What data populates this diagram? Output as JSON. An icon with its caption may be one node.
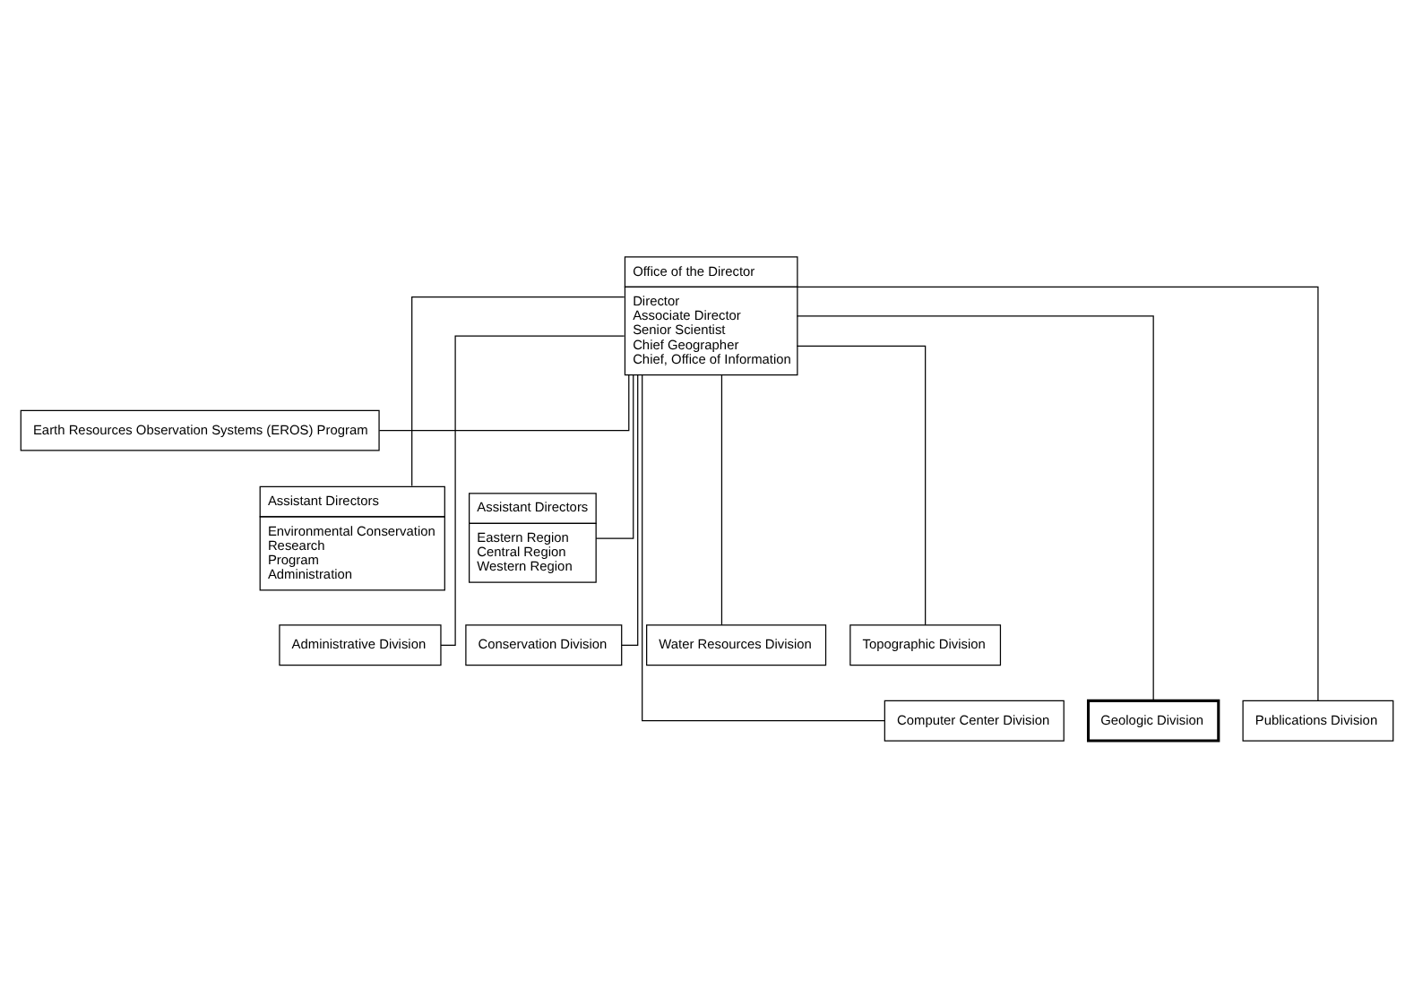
{
  "diagram": {
    "nodes": [
      {
        "text": [
          "Office of the Director",
          "Director",
          "Associate Director",
          "Senior Scientist",
          "Chief Geographer",
          "Chief, Office of Information"
        ]
      },
      {
        "text": [
          "Earth Resources Observation Systems (EROS) Program"
        ]
      },
      {
        "text": [
          "Assistant Directors",
          "Environmental Conservation",
          "Research",
          "Program",
          "Administration"
        ]
      },
      {
        "text": [
          "Assistant Directors",
          "Eastern Region",
          "Central Region",
          "Western Region"
        ]
      },
      {
        "text": [
          "Administrative Division"
        ]
      },
      {
        "text": [
          "Conservation Division"
        ]
      },
      {
        "text": [
          "Water Resources Division"
        ]
      },
      {
        "text": [
          "Topographic Division"
        ]
      },
      {
        "text": [
          "Computer Center Division"
        ]
      },
      {
        "text": [
          "Geologic Division"
        ]
      },
      {
        "text": [
          "Publications Division"
        ]
      }
    ],
    "edges": [
      {
        "from": 0,
        "to": 1,
        "arrow": "none"
      },
      {
        "from": 0,
        "to": 2,
        "arrow": "none"
      },
      {
        "from": 0,
        "to": 3,
        "arrow": "none"
      },
      {
        "from": 0,
        "to": 4,
        "arrow": "none"
      },
      {
        "from": 0,
        "to": 5,
        "arrow": "none"
      },
      {
        "from": 0,
        "to": 6,
        "arrow": "none"
      },
      {
        "from": 0,
        "to": 7,
        "arrow": "none"
      },
      {
        "from": 0,
        "to": 8,
        "arrow": "none"
      },
      {
        "from": 0,
        "to": 9,
        "arrow": "none"
      },
      {
        "from": 0,
        "to": 10,
        "arrow": "none"
      }
    ]
  }
}
